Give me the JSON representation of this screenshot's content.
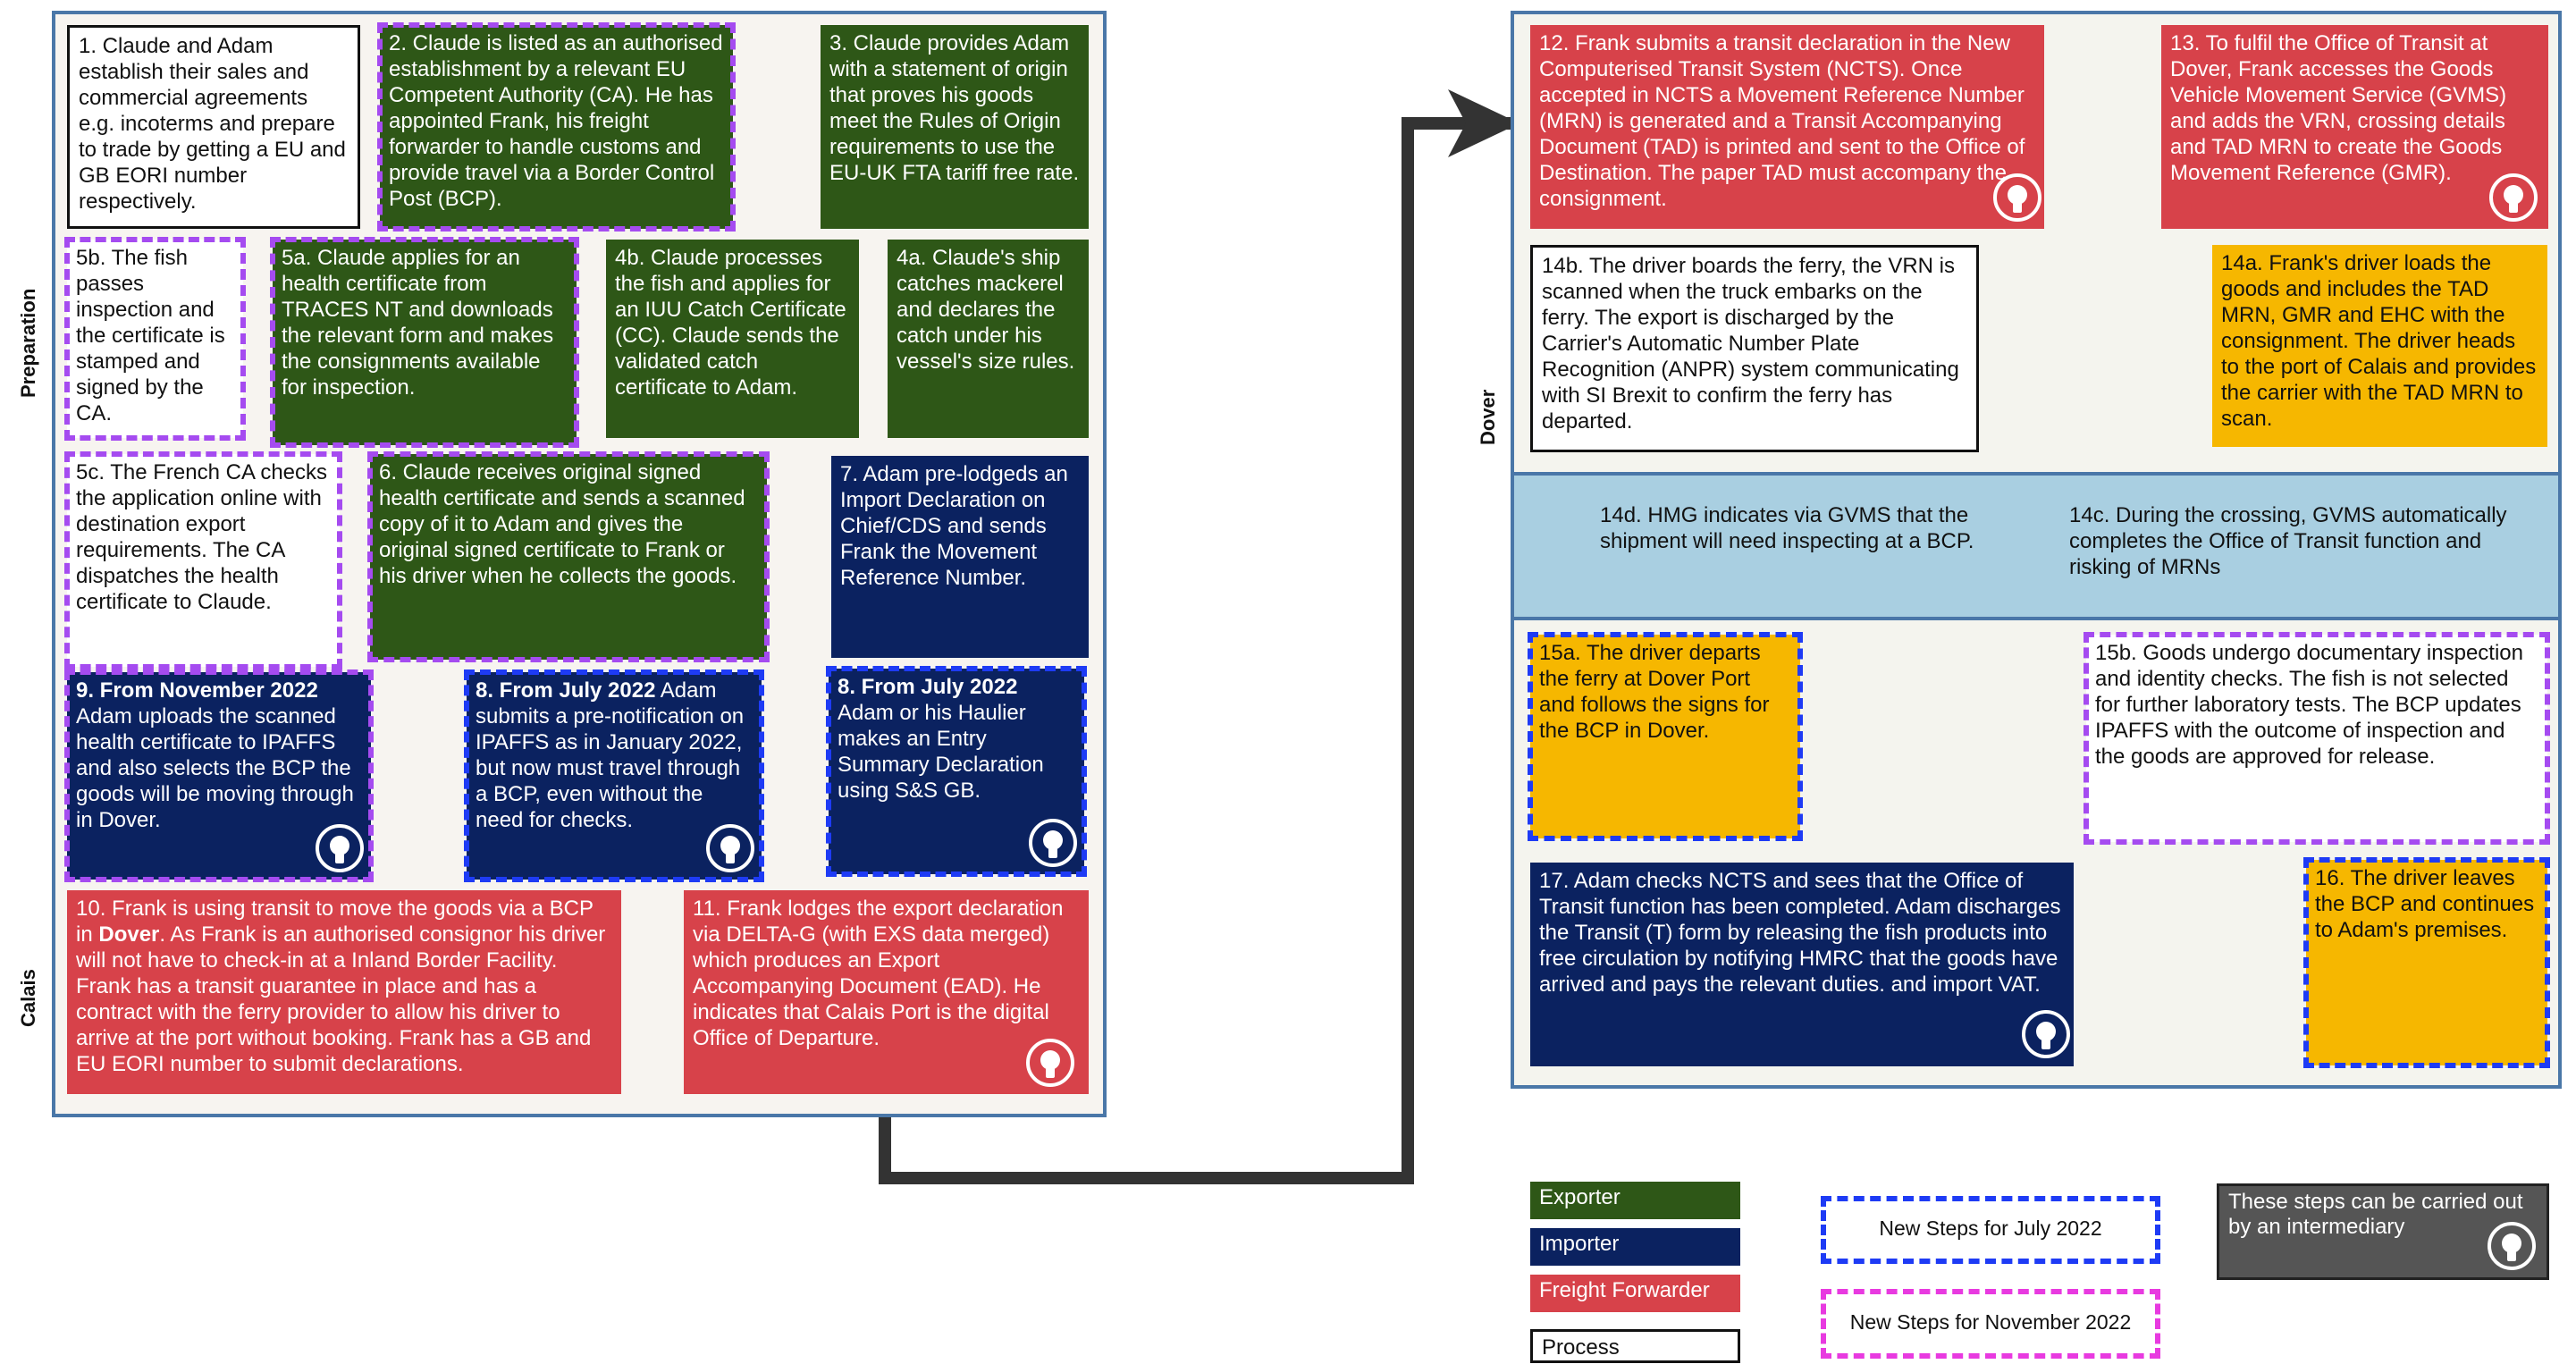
{
  "labels": {
    "preparation": "Preparation",
    "calais": "Calais",
    "dover": "Dover"
  },
  "steps": {
    "s1": "1. Claude and Adam establish their sales and commercial agreements e.g. incoterms and prepare to trade by getting a EU and GB EORI number respectively.",
    "s2": "2. Claude is listed as an authorised establishment by a relevant EU Competent Authority (CA). He has appointed Frank, his freight forwarder to handle customs and provide travel via a Border Control Post (BCP).",
    "s3": "3. Claude provides Adam with a statement of origin that proves his goods meet the Rules of Origin requirements to use the EU-UK FTA tariff free rate.",
    "s5b": "5b. The fish passes inspection and the certificate is stamped and signed by the CA.",
    "s5a": "5a. Claude applies for an health certificate from TRACES NT and downloads the relevant form and makes the consignments available for inspection.",
    "s4b": "4b. Claude processes the fish and applies for an IUU Catch Certificate (CC). Claude sends the validated catch certificate to Adam.",
    "s4a": "4a. Claude's ship catches mackerel and declares the catch under his vessel's size rules.",
    "s5c": "5c. The French CA checks the application online with destination export requirements. The CA dispatches the health certificate to Claude.",
    "s6": "6. Claude receives original signed health certificate and sends a scanned copy of it to Adam and gives the original signed certificate to Frank or his driver when he collects the goods.",
    "s7": "7. Adam pre-lodgeds an Import Declaration on Chief/CDS and sends Frank the Movement Reference Number.",
    "s9_bold": "9. From November 2022",
    "s9": "Adam uploads the scanned health certificate to IPAFFS and also selects the BCP the goods will be moving through in Dover.",
    "s8a_bold": "8. From July 2022",
    "s8a": " Adam submits a pre-notification on IPAFFS as in January 2022, but now must travel through a BCP, even without the need for checks.",
    "s8b_bold": "8. From July 2022",
    "s8b": "Adam or his Haulier makes an Entry Summary Declaration using S&S GB.",
    "s10_a": "10. Frank is using transit to move the goods via a BCP in ",
    "s10_bold": "Dover",
    "s10_b": ". As Frank is an authorised consignor his driver  will not have to check-in at a Inland Border Facility. Frank has a transit guarantee in place and has a contract with the ferry provider to allow his driver to arrive at the port without booking. Frank has a GB and EU EORI number to submit declarations.",
    "s11": "11. Frank lodges the export declaration via DELTA-G (with EXS data merged) which produces an Export Accompanying Document (EAD). He indicates that Calais Port is the digital Office of Departure.",
    "s12": "12. Frank submits a transit declaration in the New Computerised Transit System (NCTS). Once accepted in NCTS a Movement Reference Number (MRN) is generated and a Transit Accompanying Document (TAD) is printed and sent to the Office of Destination. The paper TAD must accompany the consignment.",
    "s13": "13.  To fulfil the Office of Transit at Dover, Frank accesses the Goods Vehicle Movement Service (GVMS) and adds the VRN, crossing details and TAD MRN to create the Goods Movement Reference (GMR).",
    "s14b": "14b. The driver boards the ferry, the VRN is scanned when the truck embarks on the ferry. The export is discharged by the Carrier's Automatic Number Plate Recognition (ANPR) system communicating with SI Brexit to confirm the ferry has departed.",
    "s14a": "14a. Frank's driver loads the goods and includes the TAD MRN, GMR and EHC with the consignment. The driver heads to the port of Calais and provides the carrier with the TAD MRN to scan.",
    "s14d": "14d. HMG indicates via GVMS that the shipment will need inspecting at a BCP.",
    "s14c": "14c. During the crossing, GVMS automatically completes the  Office of Transit function and risking of MRNs",
    "s15a": "15a. The driver departs the ferry at Dover Port and follows the signs for the BCP in Dover.",
    "s15b": "15b. Goods undergo documentary inspection and identity checks. The fish is not selected for further laboratory tests. The BCP updates IPAFFS with the outcome of inspection and the goods are approved for release.",
    "s17": "17. Adam checks NCTS and sees that the Office of Transit function has been completed. Adam discharges the Transit (T) form by releasing the fish products into free circulation by notifying HMRC that the goods have arrived and pays the relevant duties. and import VAT.",
    "s16": "16. The driver leaves the BCP and continues to Adam's premises."
  },
  "legend": {
    "exporter": "Exporter",
    "importer": "Importer",
    "freight_forwarder": "Freight Forwarder",
    "process": "Process",
    "new_july": "New Steps for July 2022",
    "new_november": "New Steps for November 2022",
    "intermediary": "These steps can be carried out by an  intermediary"
  },
  "colors": {
    "exporter": "#2e5717",
    "importer": "#0b2260",
    "freight_forwarder": "#d7424a",
    "driver": "#f6b700",
    "gvms_band": "#a9cfe1",
    "panel_border": "#4a77a8"
  }
}
